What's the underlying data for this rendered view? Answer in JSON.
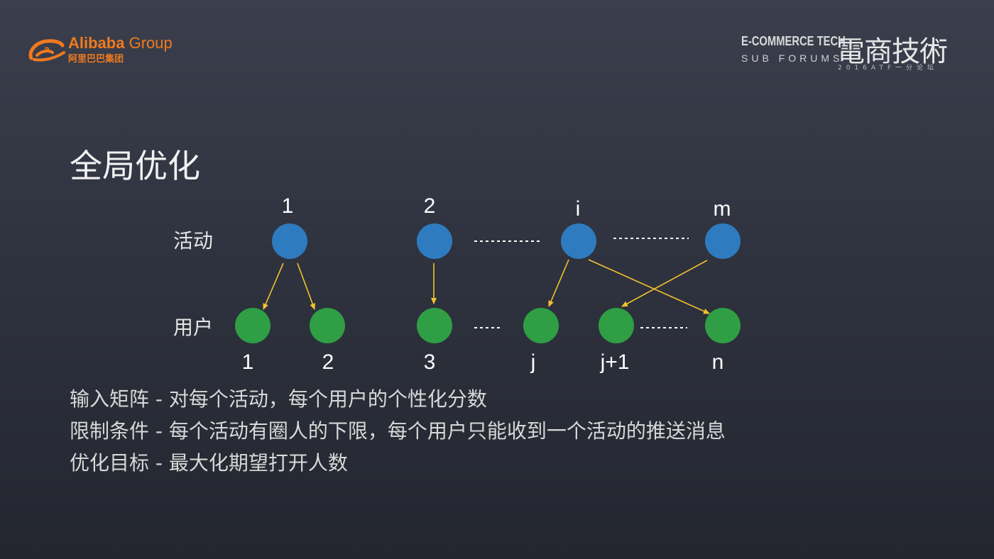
{
  "header": {
    "brand_en_bold": "Alibaba",
    "brand_en_rest": " Group",
    "brand_cn": "阿里巴巴集团",
    "event_title": "E-COMMERCE TECH",
    "event_subtitle": "SUB FORUMS",
    "event_cn": "電商技術",
    "event_tag": "2016ATF一分论坛"
  },
  "title": "全局优化",
  "diagram": {
    "row_labels": {
      "activity": "活动",
      "user": "用户"
    },
    "activities": [
      "1",
      "2",
      "i",
      "m"
    ],
    "users": [
      "1",
      "2",
      "3",
      "j",
      "j+1",
      "n"
    ],
    "colors": {
      "activity": "#2e7bbf",
      "user": "#2f9e44",
      "arrow": "#f2c12e",
      "dots": "#ffffff"
    }
  },
  "constraints": [
    "输入矩阵 - 对每个活动，每个用户的个性化分数",
    "限制条件 - 每个活动有圈人的下限，每个用户只能收到一个活动的推送消息",
    "优化目标 - 最大化期望打开人数"
  ]
}
